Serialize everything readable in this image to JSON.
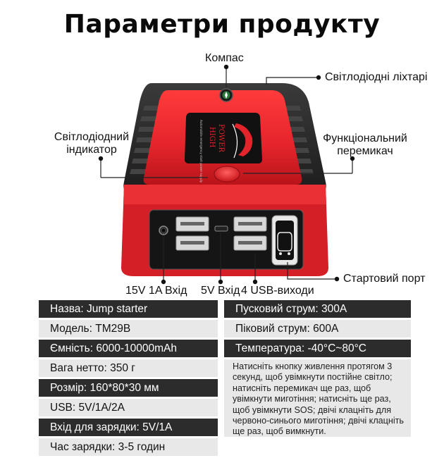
{
  "title": "Параметри продукту",
  "product": {
    "brand_lines": [
      "HIGH",
      "POWER"
    ],
    "subtitle": "Automobile emergency start power supply"
  },
  "callouts": {
    "compass": "Компас",
    "led_flashlight": "Світлодіодні ліхтарі",
    "led_indicator_line1": "Світлодіодний",
    "led_indicator_line2": "індикатор",
    "function_switch_line1": "Функціональний",
    "function_switch_line2": "перемикач",
    "start_port": "Стартовий порт",
    "input_15v": "15V 1A Вхід",
    "input_5v": "5V Вхід",
    "usb_outputs": "4 USB-виходи"
  },
  "specs": {
    "left": [
      "Назва: Jump starter",
      "Модель: TM29B",
      "Ємність: 6000-10000mAh",
      "Вага нетто: 350 г",
      "Розмір: 160*80*30 мм",
      "USB: 5V/1A/2A",
      "Вхід для зарядки: 5V/1A",
      "Час зарядки: 3-5 годин"
    ],
    "right": [
      "Пусковий струм: 300A",
      "Піковий струм: 600A",
      "Температура: -40°C~80°C"
    ],
    "note": "Натисніть кнопку живлення протягом 3 секунд, щоб увімкнути постійне світло; натисніть перемикач ще раз, щоб увімкнути миготіння; натисніть ще раз, щоб увімкнути SOS; двічі клацніть для червоно-синього миготіння; двічі клацніть ще раз, щоб вимкнути."
  },
  "colors": {
    "body_red": "#e3242b",
    "rubber_black": "#2a2a2a",
    "row_dark": "#2c2c2c",
    "row_light": "#e8e8e8",
    "led_blue": "#9fd6ff"
  }
}
